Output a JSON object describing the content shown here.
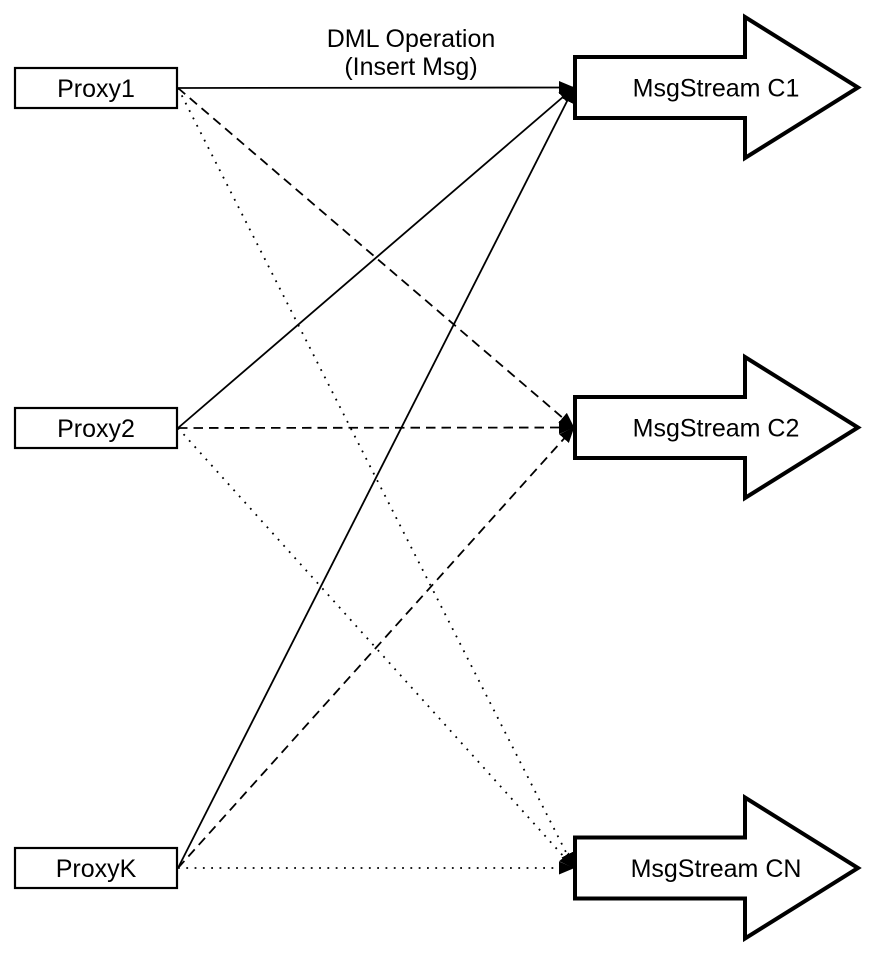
{
  "diagram": {
    "title": {
      "line1": "DML Operation",
      "line2": "(Insert Msg)"
    },
    "proxies": [
      {
        "id": "proxy1",
        "label": "Proxy1"
      },
      {
        "id": "proxy2",
        "label": "Proxy2"
      },
      {
        "id": "proxyk",
        "label": "ProxyK"
      }
    ],
    "streams": [
      {
        "id": "c1",
        "label": "MsgStream C1"
      },
      {
        "id": "c2",
        "label": "MsgStream C2"
      },
      {
        "id": "cn",
        "label": "MsgStream CN"
      }
    ],
    "edges": [
      {
        "from": "proxy1",
        "to": "c1",
        "style": "solid"
      },
      {
        "from": "proxy2",
        "to": "c1",
        "style": "solid"
      },
      {
        "from": "proxyk",
        "to": "c1",
        "style": "solid"
      },
      {
        "from": "proxy1",
        "to": "c2",
        "style": "dashed"
      },
      {
        "from": "proxy2",
        "to": "c2",
        "style": "dashed"
      },
      {
        "from": "proxyk",
        "to": "c2",
        "style": "dashed"
      },
      {
        "from": "proxy1",
        "to": "cn",
        "style": "dotted"
      },
      {
        "from": "proxy2",
        "to": "cn",
        "style": "dotted"
      },
      {
        "from": "proxyk",
        "to": "cn",
        "style": "dotted"
      }
    ]
  },
  "colors": {
    "line": "#000000",
    "background": "#ffffff"
  }
}
